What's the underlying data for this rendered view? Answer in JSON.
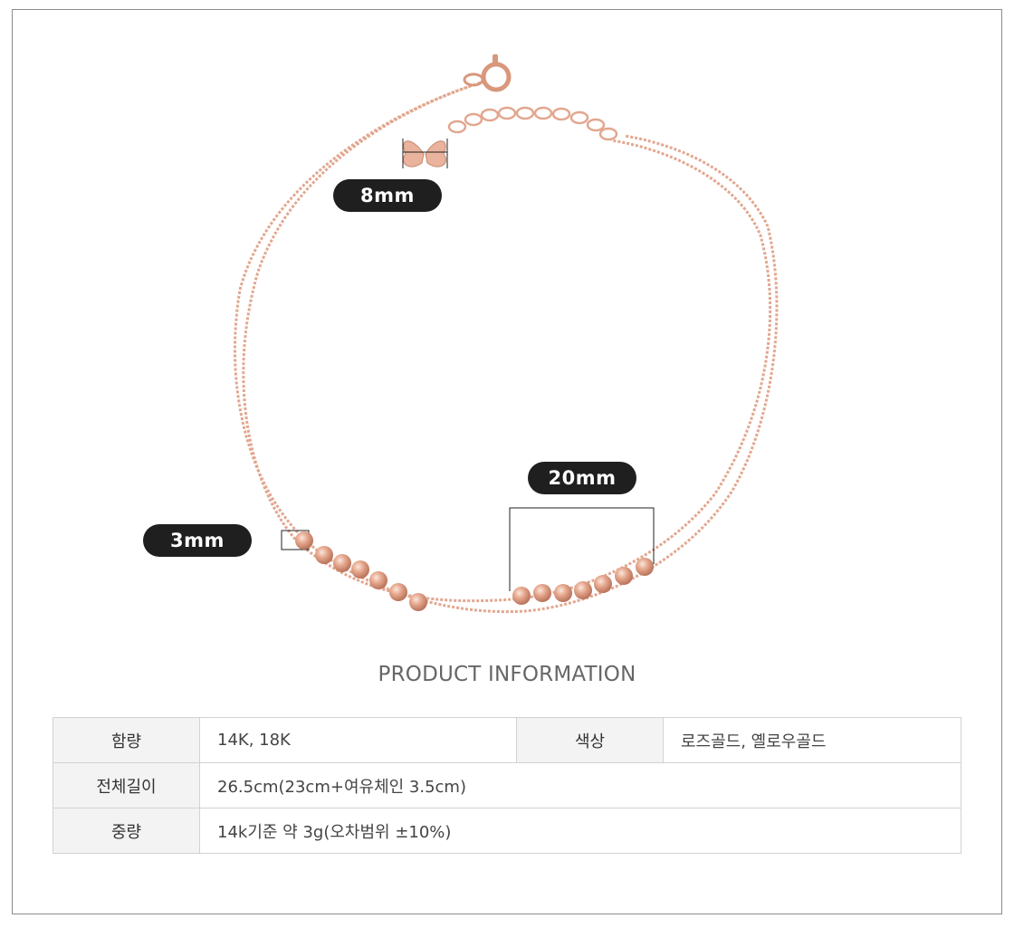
{
  "measurements": {
    "clasp_width": "8mm",
    "bead_row_width": "20mm",
    "bead_diameter": "3mm"
  },
  "section_title": "PRODUCT INFORMATION",
  "info_table": {
    "purity_label": "함량",
    "purity_value": "14K, 18K",
    "color_label": "색상",
    "color_value": "로즈골드, 옐로우골드",
    "length_label": "전체길이",
    "length_value": "26.5cm(23cm+여유체인 3.5cm)",
    "weight_label": "중량",
    "weight_value": "14k기준 약 3g(오차범위 ±10%)"
  },
  "colors": {
    "rose_gold": "#e0a58c",
    "pill_background": "#1f1f1f"
  }
}
